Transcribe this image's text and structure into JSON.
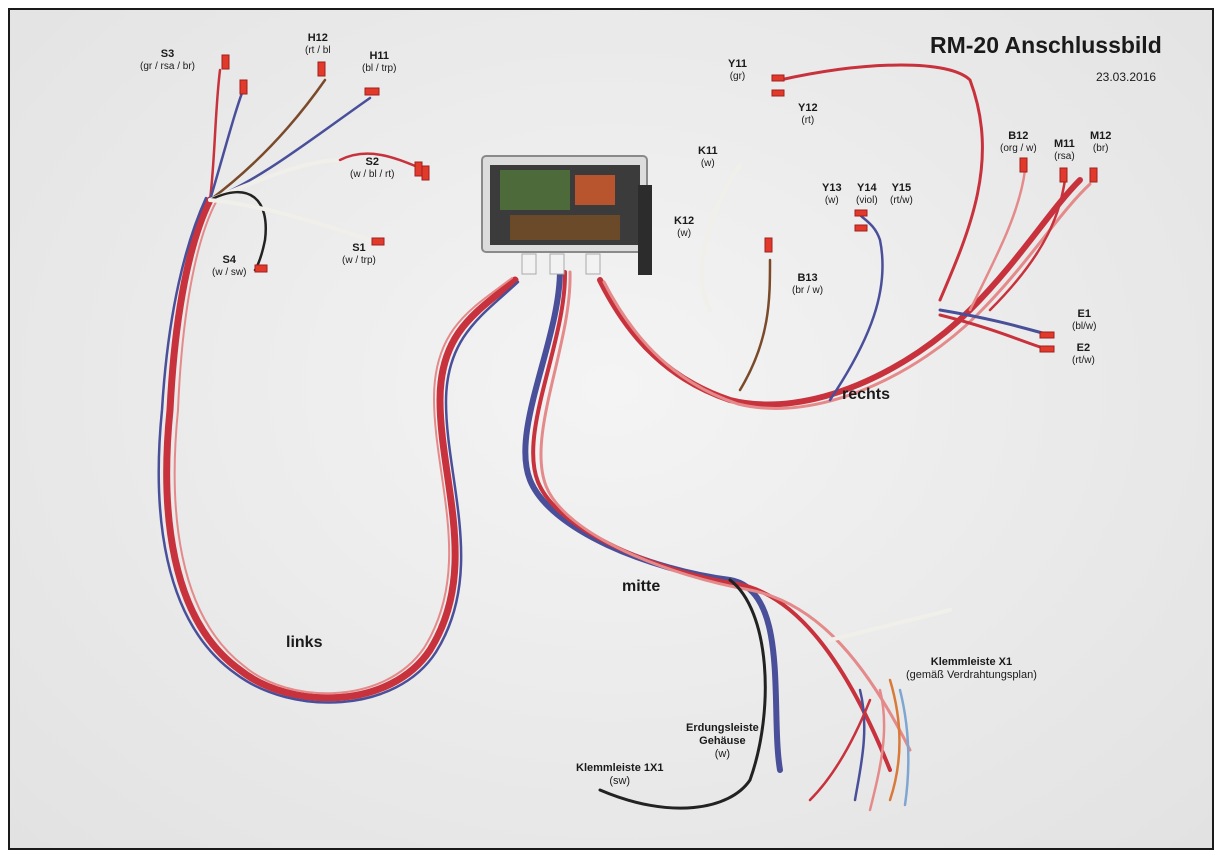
{
  "title": "RM-20 Anschlussbild",
  "date": "23.03.2016",
  "section_labels": {
    "links": "links",
    "mitte": "mitte",
    "rechts": "rechts"
  },
  "connectors": {
    "s3": {
      "code": "S3",
      "color": "(gr / rsa / br)"
    },
    "h12": {
      "code": "H12",
      "color": "(rt / bl"
    },
    "h11": {
      "code": "H11",
      "color": "(bl / trp)"
    },
    "s2": {
      "code": "S2",
      "color": "(w / bl / rt)"
    },
    "s4": {
      "code": "S4",
      "color": "(w / sw)"
    },
    "s1": {
      "code": "S1",
      "color": "(w / trp)"
    },
    "k11": {
      "code": "K11",
      "color": "(w)"
    },
    "k12": {
      "code": "K12",
      "color": "(w)"
    },
    "b13": {
      "code": "B13",
      "color": "(br / w)"
    },
    "y11": {
      "code": "Y11",
      "color": "(gr)"
    },
    "y12": {
      "code": "Y12",
      "color": "(rt)"
    },
    "y13": {
      "code": "Y13",
      "color": "(w)"
    },
    "y14": {
      "code": "Y14",
      "color": "(viol)"
    },
    "y15": {
      "code": "Y15",
      "color": "(rt/w)"
    },
    "b12": {
      "code": "B12",
      "color": "(org / w)"
    },
    "m11": {
      "code": "M11",
      "color": "(rsa)"
    },
    "m12": {
      "code": "M12",
      "color": "(br)"
    },
    "e1": {
      "code": "E1",
      "color": "(bl/w)"
    },
    "e2": {
      "code": "E2",
      "color": "(rt/w)"
    }
  },
  "terminals": {
    "x1": {
      "name": "Klemmleiste X1",
      "note": "(gemäß Verdrahtungsplan)"
    },
    "ground": {
      "name_line1": "Erdungsleiste",
      "name_line2": "Gehäuse",
      "note": "(w)"
    },
    "tb1x1": {
      "name": "Klemmleiste 1X1",
      "note": "(sw)"
    }
  },
  "colors": {
    "frame": "#1a1a1a",
    "wire_red": "#c8323c",
    "wire_blue": "#4a4f9a",
    "wire_white": "#f0efe9",
    "wire_brown": "#7a4a2a",
    "connector_red": "#e23a2a"
  }
}
